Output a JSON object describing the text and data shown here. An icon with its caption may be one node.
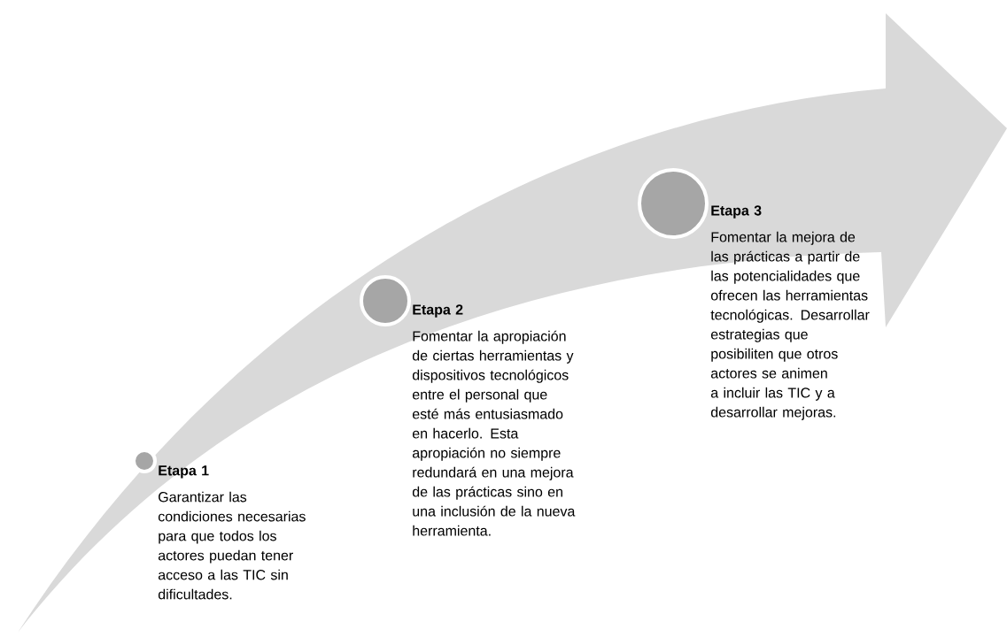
{
  "diagram": {
    "nodes": [
      {
        "text": [],
        "shape": "circle"
      },
      {
        "text": [
          "Etapa 1",
          "Garantizar las condiciones necesarias para que todos los actores puedan tener acceso a las TIC sin dificultades."
        ]
      },
      {
        "text": [],
        "shape": "circle"
      },
      {
        "text": [
          "Etapa 2",
          "Fomentar la apropiación de ciertas herramientas y dispositivos tecnológicos entre el personal que esté más entusiasmado en hacerlo. Esta apropiación no siempre redundará en una mejora de las prácticas sino en una inclusión de la nueva herramienta."
        ]
      },
      {
        "text": [],
        "shape": "circle"
      },
      {
        "text": [
          "Etapa 3",
          "Fomentar la mejora de las prácticas a partir de las potencialidades que ofrecen las herramientas tecnológicas. Desarrollar estrategias que posibiliten que otros actores se animen a incluir las TIC y a desarrollar mejoras."
        ]
      }
    ]
  }
}
